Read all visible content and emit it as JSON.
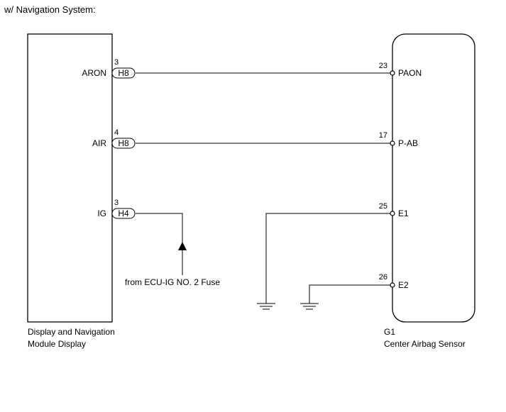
{
  "heading": "w/ Navigation System:",
  "left_component": {
    "name_line1": "Display and Navigation",
    "name_line2": "Module Display"
  },
  "right_component": {
    "code": "G1",
    "name": "Center Airbag Sensor"
  },
  "left_pins": [
    {
      "signal": "ARON",
      "pin": "3",
      "connector": "H8"
    },
    {
      "signal": "AIR",
      "pin": "4",
      "connector": "H8"
    },
    {
      "signal": "IG",
      "pin": "3",
      "connector": "H4"
    }
  ],
  "right_pins": [
    {
      "signal": "PAON",
      "pin": "23"
    },
    {
      "signal": "P-AB",
      "pin": "17"
    },
    {
      "signal": "E1",
      "pin": "25"
    },
    {
      "signal": "E2",
      "pin": "26"
    }
  ],
  "fuse_note": "from ECU-IG NO. 2 Fuse"
}
